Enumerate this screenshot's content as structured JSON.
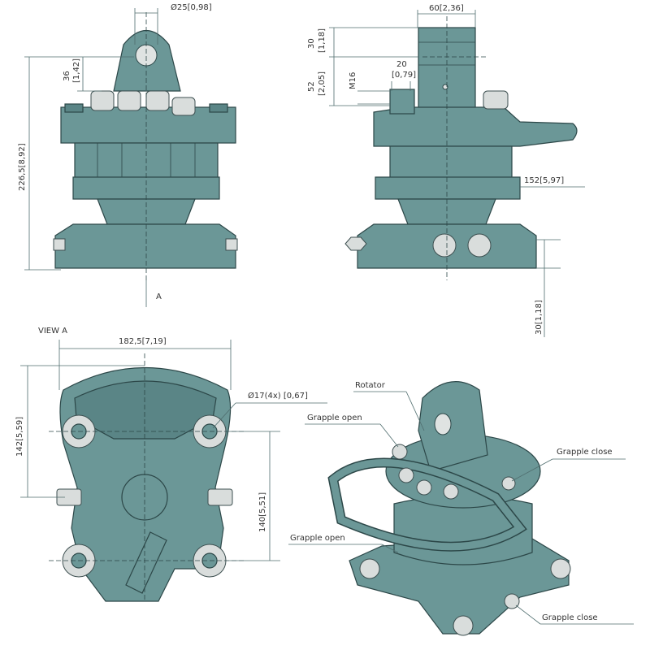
{
  "front_view": {
    "dim_pin_diameter": "Ø25[0,98]",
    "dim_lug_height_mm": "36",
    "dim_lug_height_in": "[1,42]",
    "dim_total_height": "226,5[8,92]",
    "view_marker": "A"
  },
  "side_view": {
    "dim_lug_width": "60[2,36]",
    "dim_top_mm": "30",
    "dim_top_in": "[1,18]",
    "dim_port_offset_mm": "20",
    "dim_port_offset_in": "[0,79]",
    "dim_mid_mm": "52",
    "dim_mid_in": "[2,05]",
    "thread_label": "M16",
    "dim_width": "152[5,97]",
    "dim_base_height": "30[1,18]"
  },
  "view_a": {
    "title": "VIEW A",
    "dim_width": "182,5[7,19]",
    "dim_hole": "Ø17(4x)  [0,67]",
    "dim_depth": "142[5,59]",
    "dim_hole_spacing": "140[5,51]"
  },
  "iso_view": {
    "label_rotator": "Rotator",
    "label_grapple_open_top": "Grapple open",
    "label_grapple_close_top": "Grapple close",
    "label_grapple_open_bottom": "Grapple open",
    "label_grapple_close_bottom": "Grapple close"
  }
}
